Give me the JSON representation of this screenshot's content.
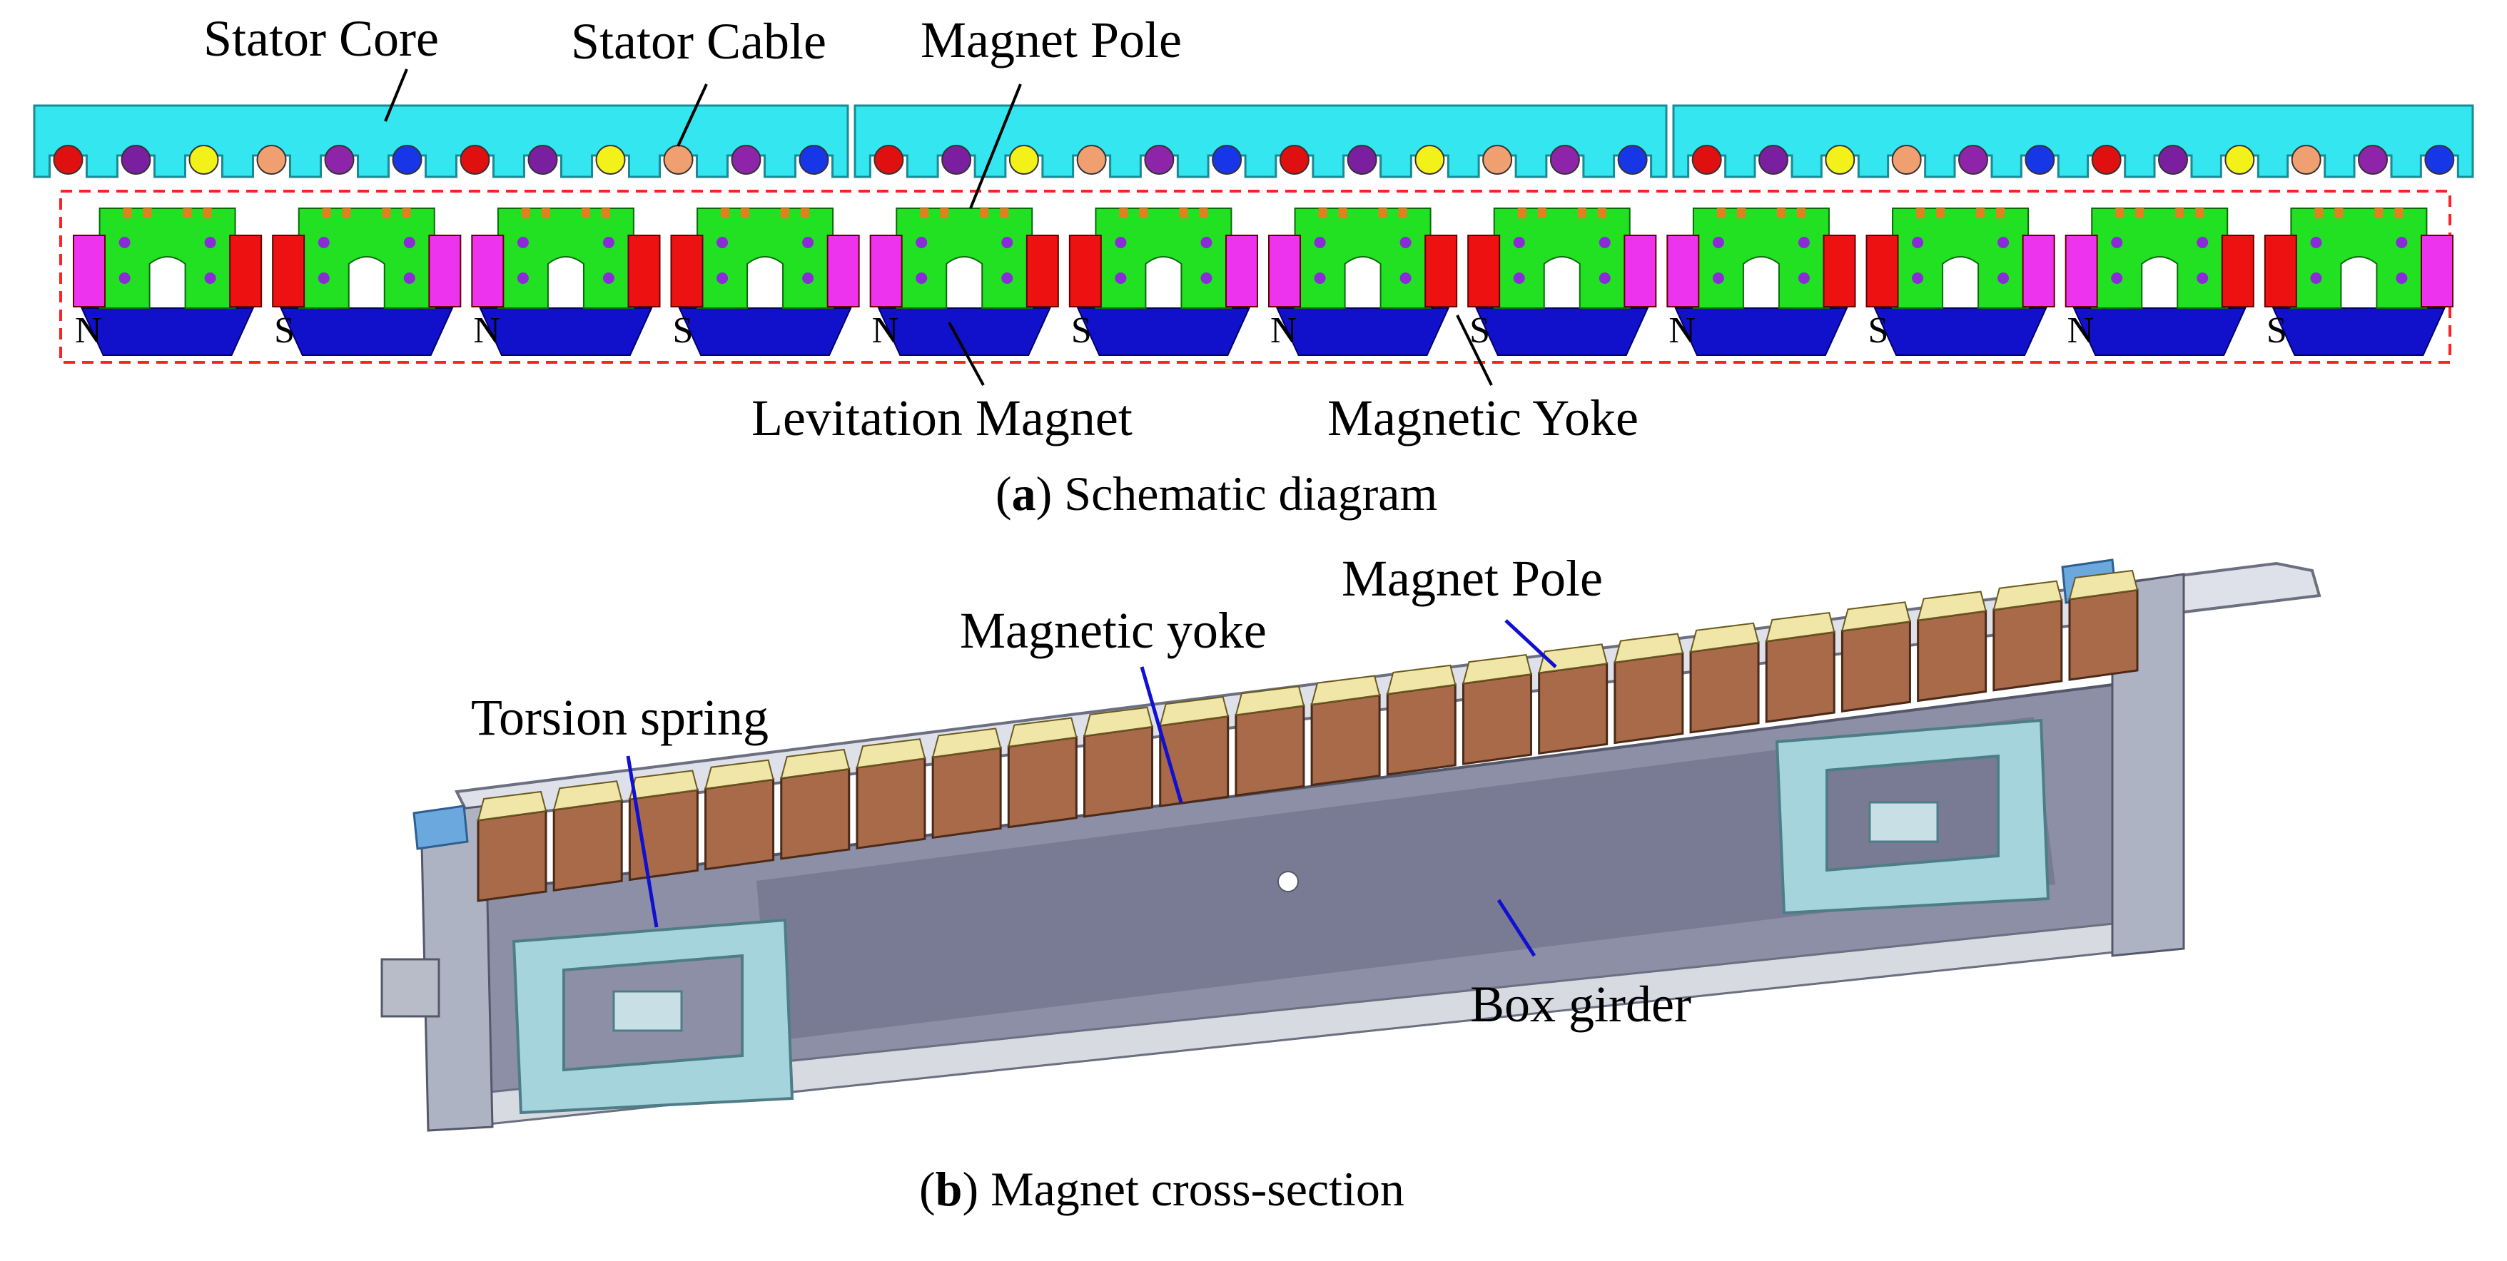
{
  "colors": {
    "stator_core": "#33e6f0",
    "magnet_pole": "#22e022",
    "magnetic_yoke": "#1111cc",
    "red_magnet": "#ee1111",
    "magenta_magnet": "#ee33ee",
    "pole_dot": "#8a2bd8",
    "frame_dash": "#ff2222",
    "cable_colors": [
      "#e01010",
      "#7a1fa0",
      "#f2f21a",
      "#f0a070",
      "#8e24aa",
      "#1736e8"
    ]
  },
  "schematic": {
    "labels": {
      "stator_core": "Stator Core",
      "stator_cable": "Stator Cable",
      "magnet_pole": "Magnet Pole",
      "levitation_magnet": "Levitation Magnet",
      "magnetic_yoke": "Magnetic Yoke"
    },
    "pole_letters": [
      "N",
      "S",
      "N",
      "S",
      "N",
      "S",
      "N",
      "S",
      "N",
      "S",
      "N",
      "S"
    ],
    "caption_letter": "a",
    "caption_text": ") Schematic diagram"
  },
  "cross_section": {
    "labels": {
      "magnet_pole": "Magnet Pole",
      "magnetic_yoke": "Magnetic yoke",
      "torsion_spring": "Torsion spring",
      "box_girder": "Box girder"
    },
    "caption_letter": "b",
    "caption_text": ") Magnet cross-section"
  }
}
